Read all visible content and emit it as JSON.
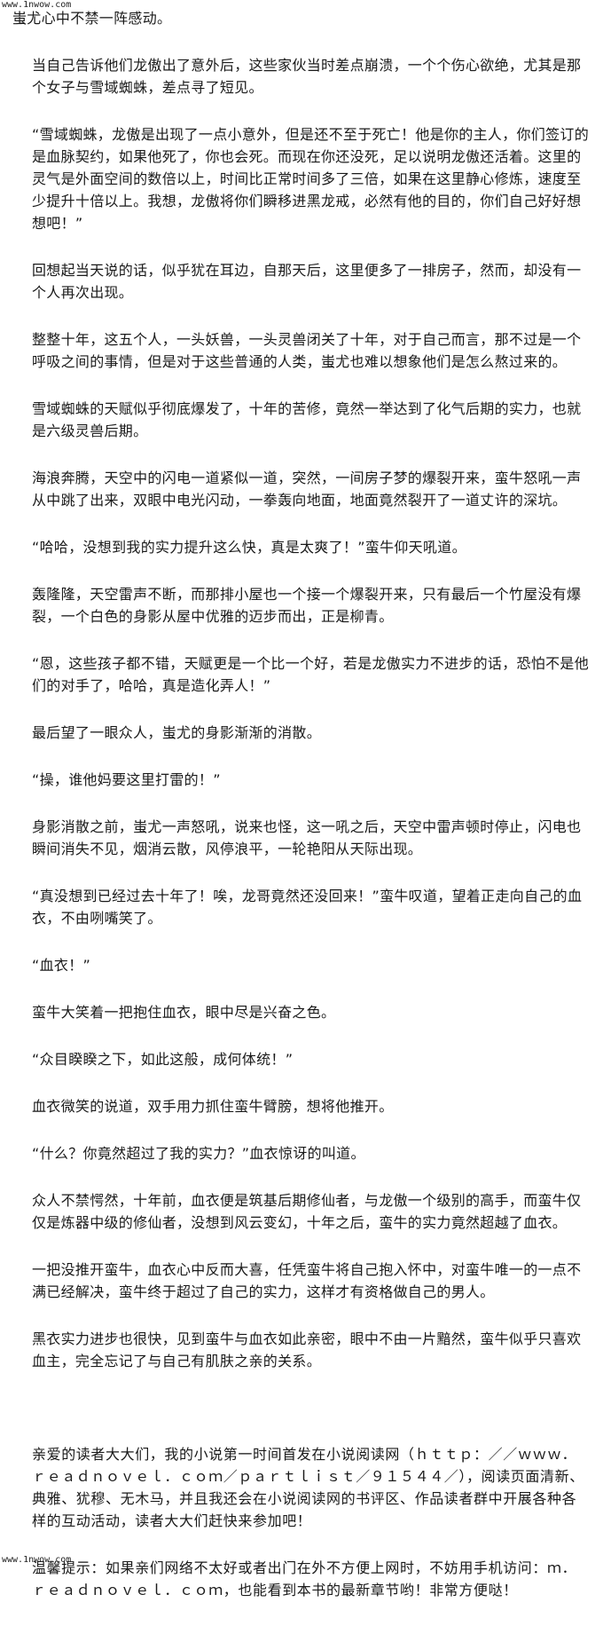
{
  "watermark": {
    "top": "www.1nwow.com",
    "bottom": "www.1nwow.com"
  },
  "paragraphs": [
    "蚩尤心中不禁一阵感动。",
    "当自己告诉他们龙傲出了意外后，这些家伙当时差点崩溃，一个个伤心欲绝，尤其是那个女子与雪域蜘蛛，差点寻了短见。",
    "“雪域蜘蛛，龙傲是出现了一点小意外，但是还不至于死亡！他是你的主人，你们签订的是血脉契约，如果他死了，你也会死。而现在你还没死，足以说明龙傲还活着。这里的灵气是外面空间的数倍以上，时间比正常时间多了三倍，如果在这里静心修炼，速度至少提升十倍以上。我想，龙傲将你们瞬移进黑龙戒，必然有他的目的，你们自己好好想想吧！”",
    "回想起当天说的话，似乎犹在耳边，自那天后，这里便多了一排房子，然而，却没有一个人再次出现。",
    "整整十年，这五个人，一头妖兽，一头灵兽闭关了十年，对于自己而言，那不过是一个呼吸之间的事情，但是对于这些普通的人类，蚩尤也难以想象他们是怎么熬过来的。",
    "雪域蜘蛛的天赋似乎彻底爆发了，十年的苦修，竟然一举达到了化气后期的实力，也就是六级灵兽后期。",
    "海浪奔腾，天空中的闪电一道紧似一道，突然，一间房子梦的爆裂开来，蛮牛怒吼一声从中跳了出来，双眼中电光闪动，一拳轰向地面，地面竟然裂开了一道丈许的深坑。",
    "“哈哈，没想到我的实力提升这么快，真是太爽了！”蛮牛仰天吼道。",
    "轰隆隆，天空雷声不断，而那排小屋也一个接一个爆裂开来，只有最后一个竹屋没有爆裂，一个白色的身影从屋中优雅的迈步而出，正是柳青。",
    "“恩，这些孩子都不错，天赋更是一个比一个好，若是龙傲实力不进步的话，恐怕不是他们的对手了，哈哈，真是造化弄人！”",
    "最后望了一眼众人，蚩尤的身影渐渐的消散。",
    "“操，谁他妈要这里打雷的！”",
    "身影消散之前，蚩尤一声怒吼，说来也怪，这一吼之后，天空中雷声顿时停止，闪电也瞬间消失不见，烟消云散，风停浪平，一轮艳阳从天际出现。",
    "“真没想到已经过去十年了！唉，龙哥竟然还没回来！”蛮牛叹道，望着正走向自己的血衣，不由咧嘴笑了。",
    "“血衣！”",
    "蛮牛大笑着一把抱住血衣，眼中尽是兴奋之色。",
    "“众目睽睽之下，如此这般，成何体统！”",
    "血衣微笑的说道，双手用力抓住蛮牛臂膀，想将他推开。",
    "“什么？你竟然超过了我的实力？”血衣惊讶的叫道。",
    "众人不禁愕然，十年前，血衣便是筑基后期修仙者，与龙傲一个级别的高手，而蛮牛仅仅是炼器中级的修仙者，没想到风云变幻，十年之后，蛮牛的实力竟然超越了血衣。",
    "一把没推开蛮牛，血衣心中反而大喜，任凭蛮牛将自己抱入怀中，对蛮牛唯一的一点不满已经解决，蛮牛终于超过了自己的实力，这样才有资格做自己的男人。",
    "黑衣实力进步也很快，见到蛮牛与血衣如此亲密，眼中不由一片黯然，蛮牛似乎只喜欢血主，完全忘记了与自己有肌肤之亲的关系。"
  ],
  "notices": [
    "亲爱的读者大大们，我的小说第一时间首发在小说阅读网（ｈｔｔｐ：／／ｗｗｗ．ｒｅａｄｎｏｖｅｌ．ｃｏｍ／ｐａｒｔｌｉｓｔ／９１５４４／），阅读页面清新、典雅、犹穆、无木马，并且我还会在小说阅读网的书评区、作品读者群中开展各种各样的互动活动，读者大大们赶快来参加吧！",
    "温馨提示：如果亲们网络不太好或者出门在外不方便上网时，不妨用手机访问：ｍ．ｒｅａｄｎｏｖｅｌ．ｃｏｍ，也能看到本书的最新章节哟！非常方便哒！"
  ]
}
